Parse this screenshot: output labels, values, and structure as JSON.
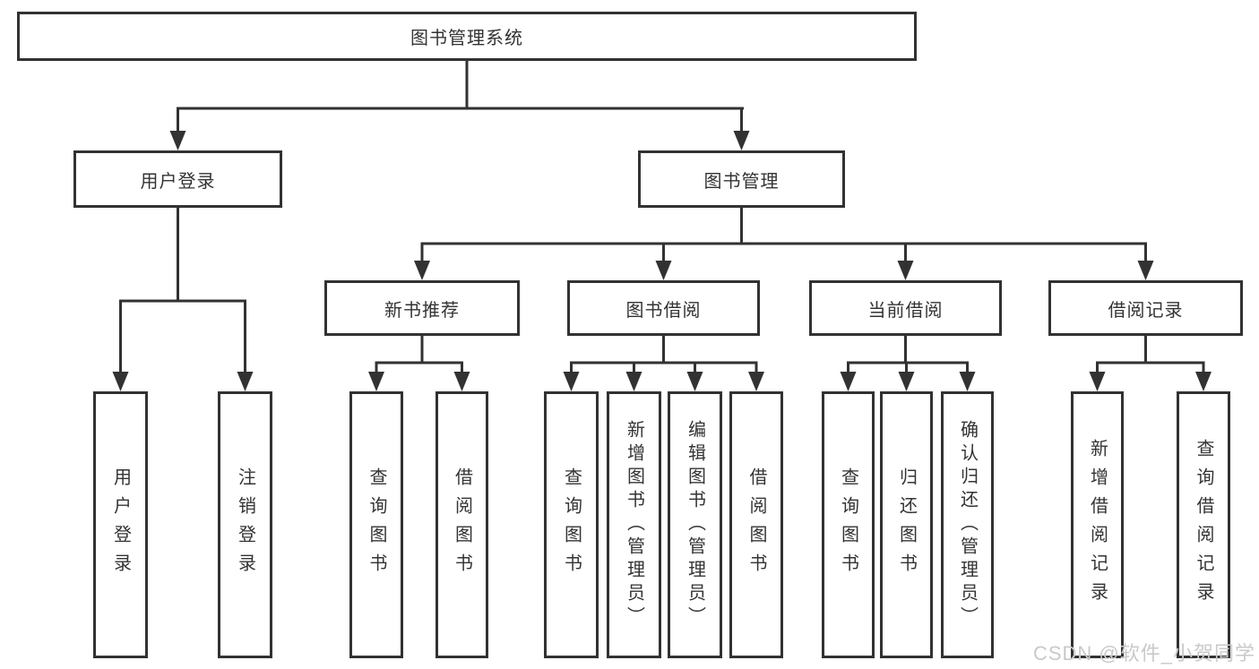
{
  "nodes": {
    "root": {
      "label": "图书管理系统"
    },
    "user_login": {
      "label": "用户登录",
      "children": [
        {
          "label": "用户登录"
        },
        {
          "label": "注销登录"
        }
      ]
    },
    "book_management": {
      "label": "图书管理",
      "children": [
        {
          "label": "新书推荐",
          "children": [
            {
              "label": "查询图书"
            },
            {
              "label": "借阅图书"
            }
          ]
        },
        {
          "label": "图书借阅",
          "children": [
            {
              "label": "查询图书"
            },
            {
              "label": "新增图书（管理员）"
            },
            {
              "label": "编辑图书（管理员）"
            },
            {
              "label": "借阅图书"
            }
          ]
        },
        {
          "label": "当前借阅",
          "children": [
            {
              "label": "查询图书"
            },
            {
              "label": "归还图书"
            },
            {
              "label": "确认归还（管理员）"
            }
          ]
        },
        {
          "label": "借阅记录",
          "children": [
            {
              "label": "新增借阅记录"
            },
            {
              "label": "查询借阅记录"
            }
          ]
        }
      ]
    }
  },
  "watermark": {
    "text": "CSDN @软件_小贺同学",
    "color": "#c9c9c9"
  },
  "colors": {
    "line": "#323232",
    "box_border": "#323232",
    "text": "#333333",
    "background": "#ffffff"
  }
}
